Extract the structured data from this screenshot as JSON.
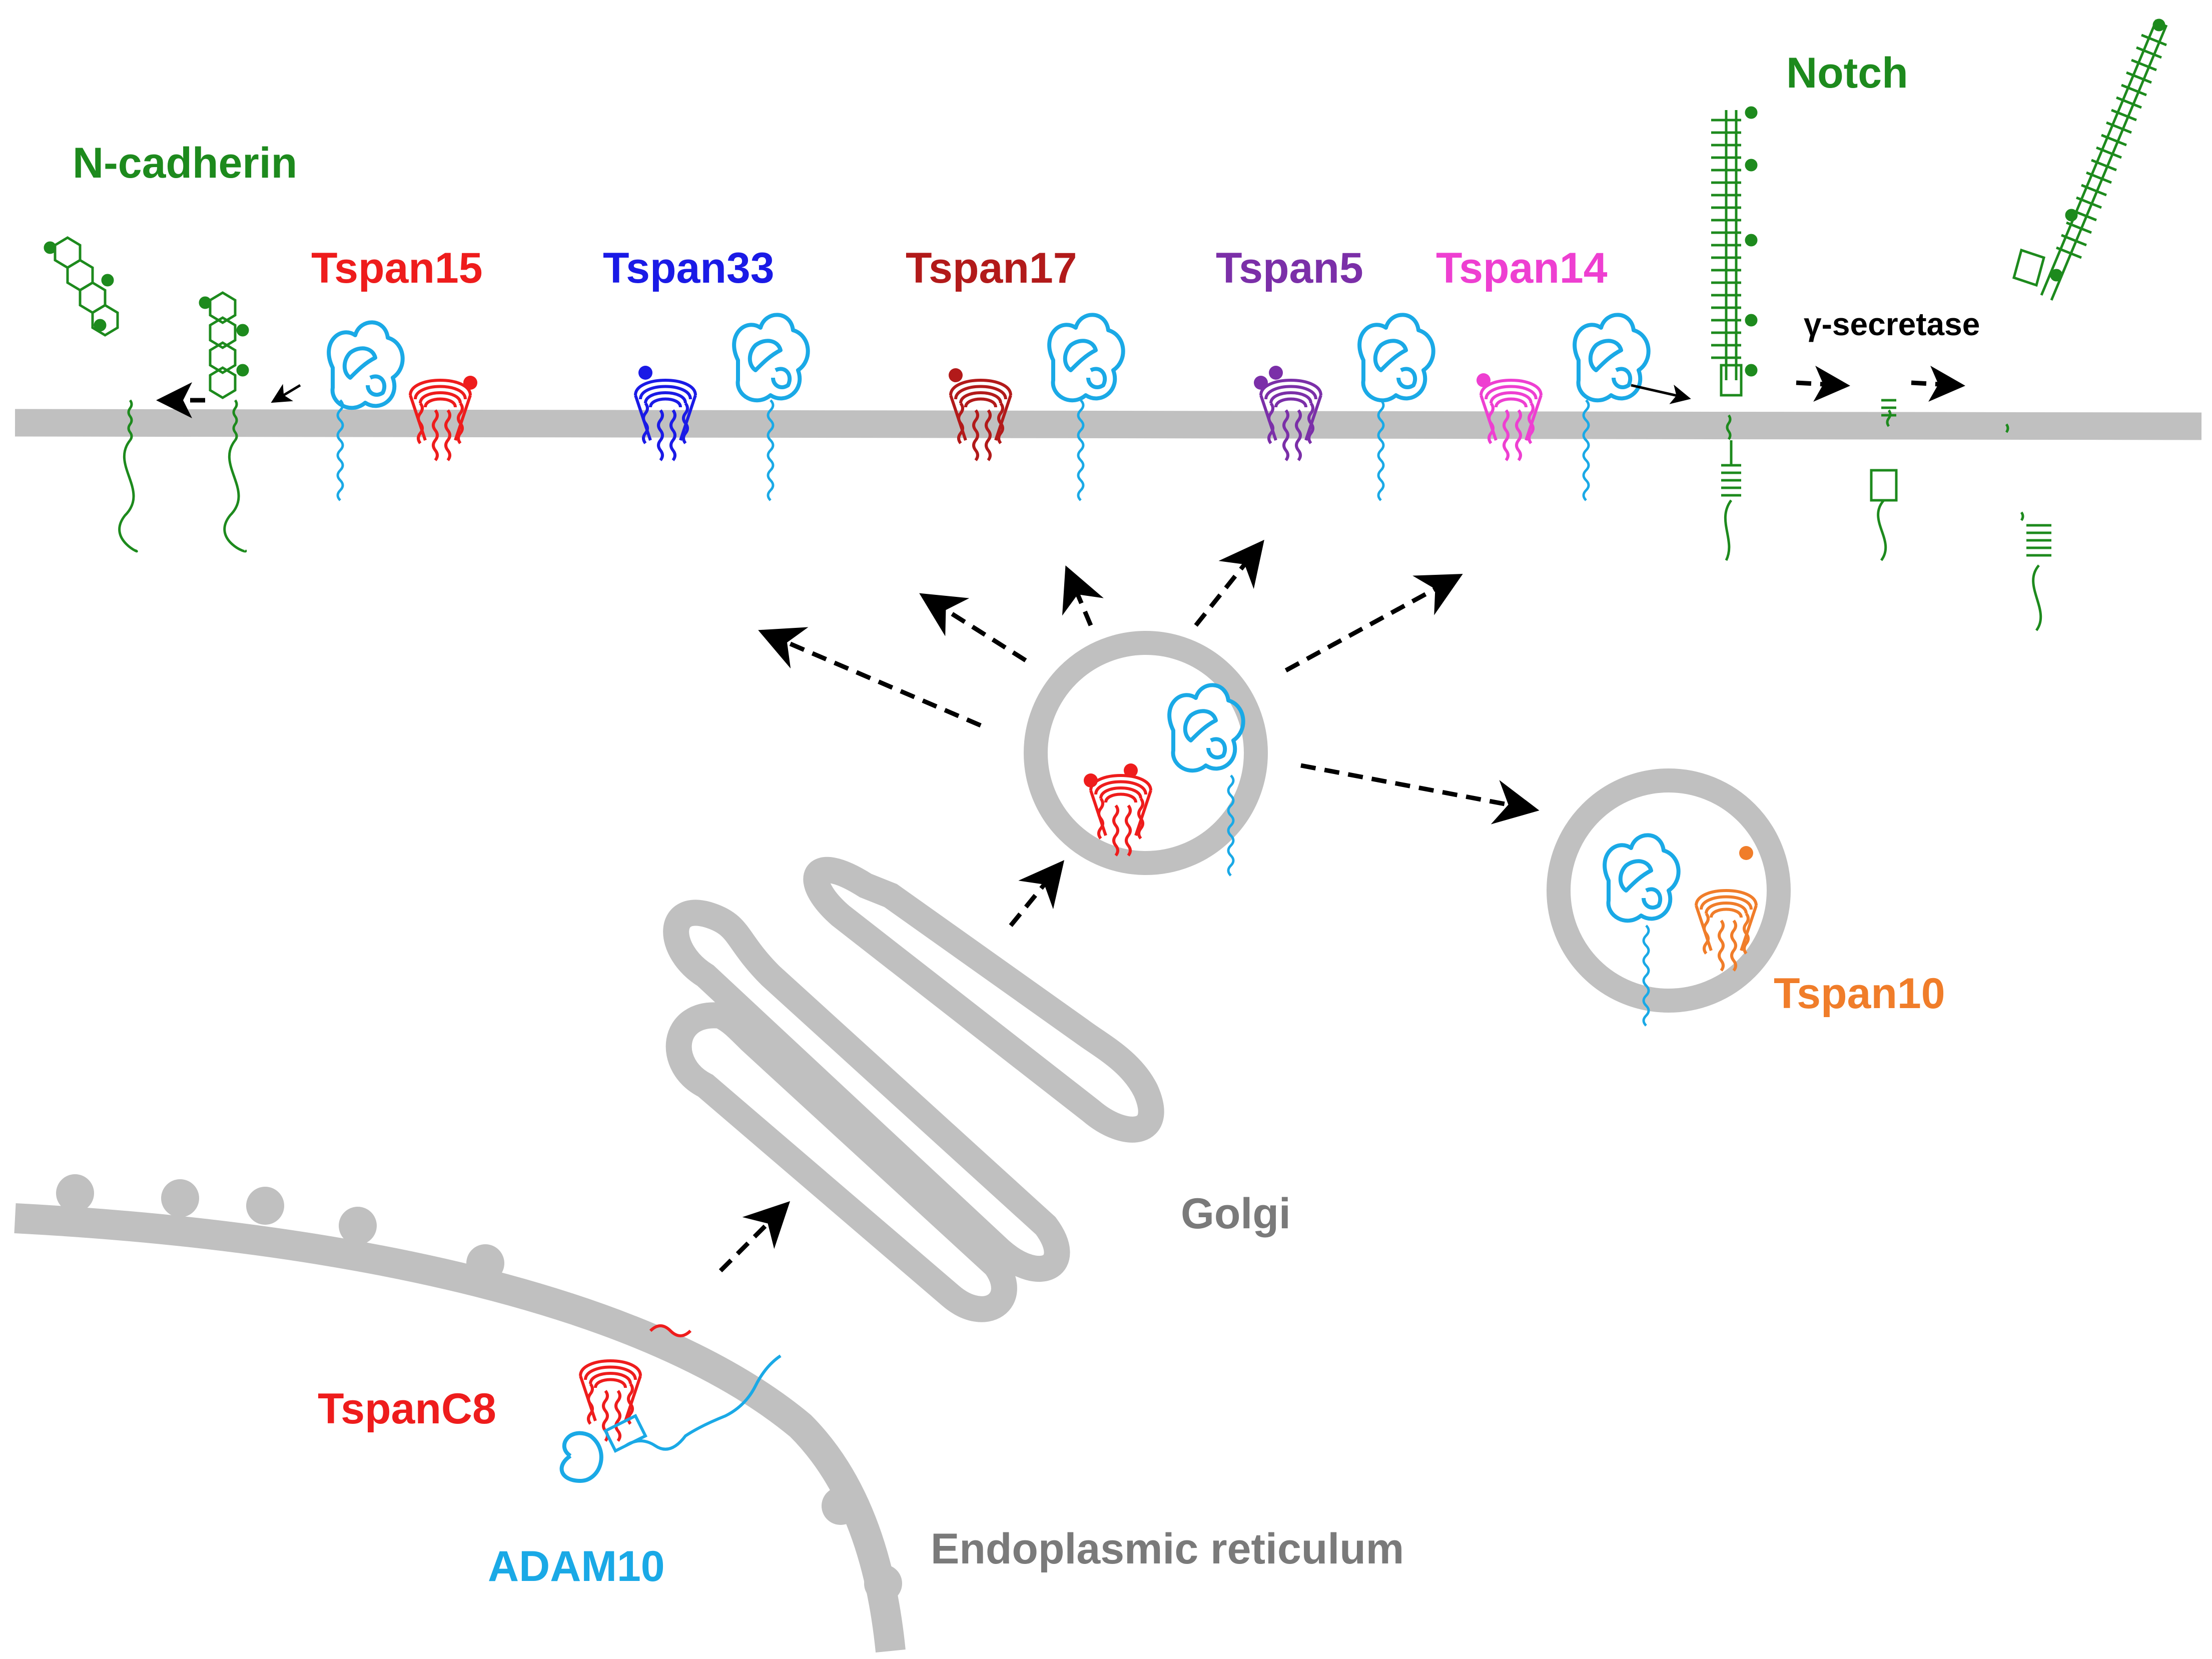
{
  "labels": {
    "n_cadherin": "N-cadherin",
    "tspan15": "Tspan15",
    "tspan33": "Tspan33",
    "tspan17": "Tspan17",
    "tspan5": "Tspan5",
    "tspan14": "Tspan14",
    "notch": "Notch",
    "gamma_secretase": "γ-secretase",
    "tspan10": "Tspan10",
    "golgi": "Golgi",
    "tspanc8": "TspanC8",
    "adam10": "ADAM10",
    "er": "Endoplasmic reticulum"
  },
  "colors": {
    "membrane": "#c0c0c0",
    "adam10": "#1aa9e6",
    "tspan15": "#ee1c1c",
    "tspan33": "#1a1ae6",
    "tspan17": "#b21a1a",
    "tspan5": "#7b2fa8",
    "tspan14": "#ee3fd1",
    "tspan10": "#f07d2a",
    "green": "#1d8a1d",
    "gray_text": "#7a7a7a"
  }
}
